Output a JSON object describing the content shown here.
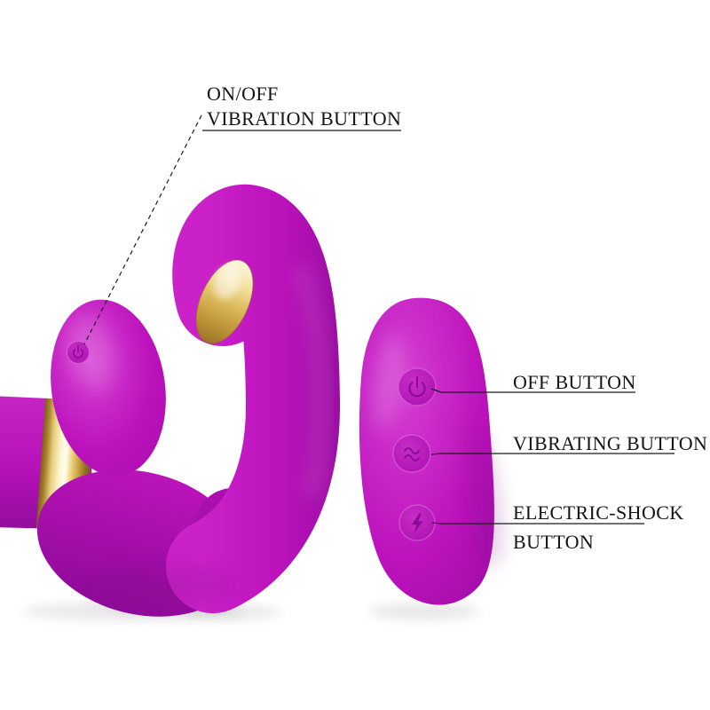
{
  "product": {
    "description": "Purple silicone dual vibrator with wired remote, annotated button diagram",
    "colors": {
      "body": "#bd12bd",
      "body_light": "#d63ed2",
      "body_dark": "#9a0ba0",
      "gold": "#ddbb5e",
      "annotation_line": "#1a1a1a",
      "background": "#ffffff"
    }
  },
  "callouts": {
    "vibration": {
      "line1": "ON/OFF",
      "line2": "VIBRATION BUTTON"
    },
    "off": {
      "label": "OFF BUTTON"
    },
    "vibrating": {
      "label": "VIBRATING BUTTON"
    },
    "shock": {
      "line1": "ELECTRIC-SHOCK",
      "line2": "BUTTON"
    }
  },
  "device_buttons": [
    {
      "name": "on-off-vibration-button",
      "icon": "power-icon"
    }
  ],
  "remote_buttons": [
    {
      "name": "off-button",
      "icon": "power-icon"
    },
    {
      "name": "vibrating-button",
      "icon": "wave-icon"
    },
    {
      "name": "electric-shock-button",
      "icon": "lightning-icon"
    }
  ]
}
